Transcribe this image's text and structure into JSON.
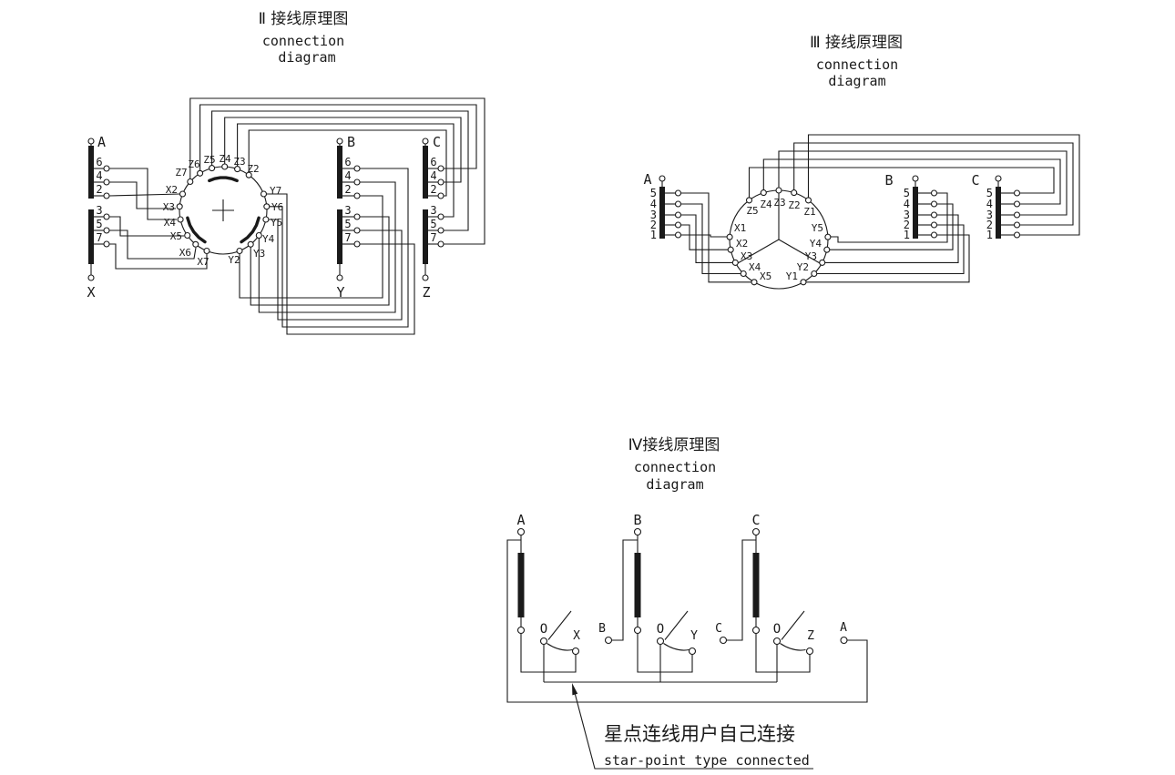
{
  "colors": {
    "background": "#ffffff",
    "line": "#1a1a1a"
  },
  "diagram_ii": {
    "title_cn": "Ⅱ 接线原理图",
    "title_en_1": "connection",
    "title_en_2": "diagram",
    "phase_top": [
      "A",
      "B",
      "C"
    ],
    "phase_bottom": [
      "X",
      "Y",
      "Z"
    ],
    "tap_labels_upper": [
      "6",
      "4",
      "2"
    ],
    "tap_labels_lower": [
      "3",
      "5",
      "7"
    ],
    "selector_top": [
      "Z7",
      "Z6",
      "Z5",
      "Z4",
      "Z3",
      "Z2"
    ],
    "selector_left": [
      "X2",
      "X3",
      "X4",
      "X5",
      "X6",
      "X7"
    ],
    "selector_right": [
      "Y7",
      "Y6",
      "Y5",
      "Y4",
      "Y3",
      "Y2"
    ]
  },
  "diagram_iii": {
    "title_cn": "Ⅲ 接线原理图",
    "title_en_1": "connection",
    "title_en_2": "diagram",
    "phase_labels": [
      "A",
      "B",
      "C"
    ],
    "tap_labels": [
      "5",
      "4",
      "3",
      "2",
      "1"
    ],
    "selector_top": [
      "Z5",
      "Z4",
      "Z3",
      "Z2",
      "Z1"
    ],
    "selector_left": [
      "X1",
      "X2",
      "X3",
      "X4",
      "X5"
    ],
    "selector_right": [
      "Y5",
      "Y4",
      "Y3",
      "Y2",
      "Y1"
    ]
  },
  "diagram_iv": {
    "title_cn": "Ⅳ接线原理图",
    "title_en_1": "connection",
    "title_en_2": "diagram",
    "phase_labels": [
      "A",
      "B",
      "C"
    ],
    "switch_common": "O",
    "switch_throws": [
      "X",
      "Y",
      "Z"
    ],
    "feed_terminals": [
      "B",
      "C",
      "A"
    ],
    "note_cn": "星点连线用户自己连接",
    "note_en": "star-point type connected"
  }
}
